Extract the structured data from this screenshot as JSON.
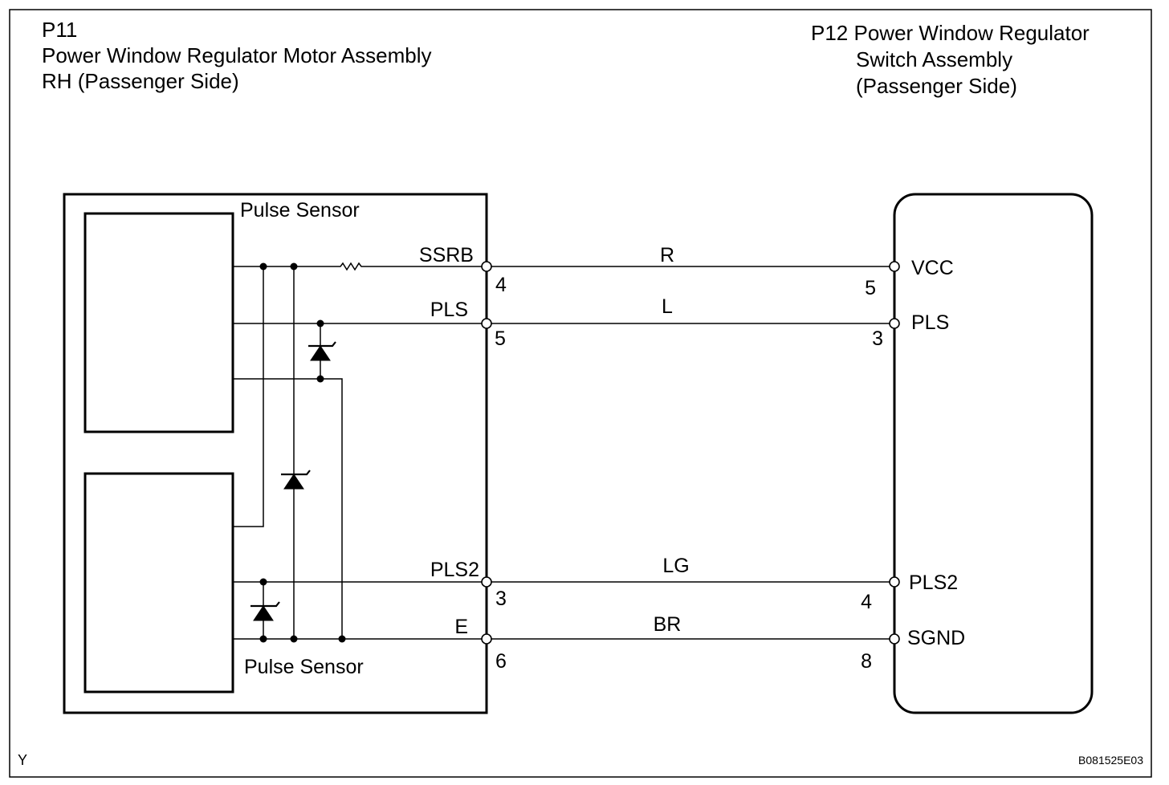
{
  "connector_left": {
    "id": "P11",
    "name": "Power Window Regulator Motor Assembly",
    "side": "RH (Passenger Side)"
  },
  "connector_right": {
    "line1": "P12 Power Window Regulator",
    "line2": "Switch Assembly",
    "line3": "(Passenger Side)"
  },
  "sensors": {
    "top_label": "Pulse Sensor",
    "bottom_label": "Pulse Sensor"
  },
  "circuits": [
    {
      "left_signal": "SSRB",
      "left_pin": "4",
      "wire_color": "R",
      "right_pin": "5",
      "right_signal": "VCC"
    },
    {
      "left_signal": "PLS",
      "left_pin": "5",
      "wire_color": "L",
      "right_pin": "3",
      "right_signal": "PLS"
    },
    {
      "left_signal": "PLS2",
      "left_pin": "3",
      "wire_color": "LG",
      "right_pin": "4",
      "right_signal": "PLS2"
    },
    {
      "left_signal": "E",
      "left_pin": "6",
      "wire_color": "BR",
      "right_pin": "8",
      "right_signal": "SGND"
    }
  ],
  "footer": {
    "corner_mark": "Y",
    "figure_code": "B081525E03"
  }
}
